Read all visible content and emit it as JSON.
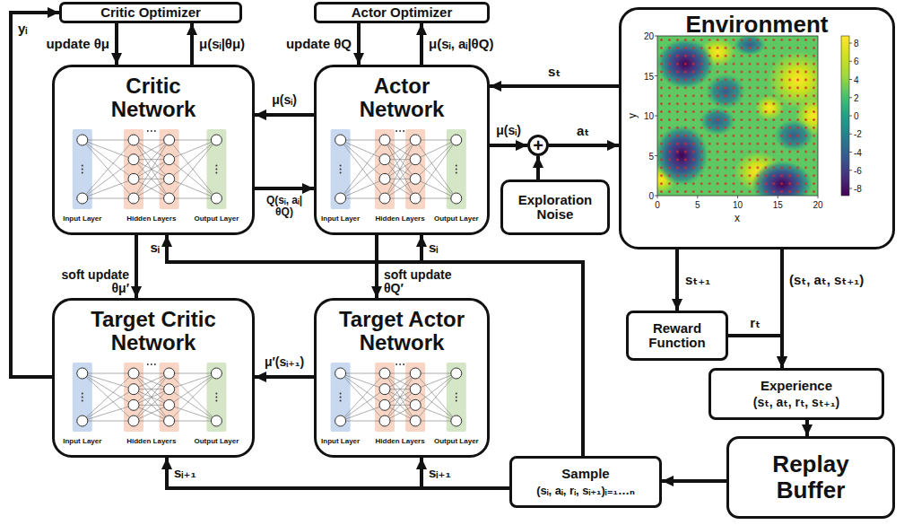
{
  "diagram": {
    "nodes": [
      {
        "text": [
          "Critic Optimizer"
        ]
      },
      {
        "text": [
          "Actor Optimizer"
        ]
      },
      {
        "text": [
          "Environment"
        ]
      },
      {
        "text": [
          "Critic Network"
        ]
      },
      {
        "text": [
          "Actor Network"
        ]
      },
      {
        "text": [
          "+"
        ]
      },
      {
        "text": [
          "Exploration Noise"
        ]
      },
      {
        "text": [
          "Target Critic Network"
        ]
      },
      {
        "text": [
          "Target Actor Network"
        ]
      },
      {
        "text": [
          "Reward Function"
        ]
      },
      {
        "text": [
          "Experience",
          "(sₜ, aₜ, rₜ, sₜ₊₁)"
        ]
      },
      {
        "text": [
          "Replay Buffer"
        ]
      },
      {
        "text": [
          "Sample",
          "(sᵢ, aᵢ, rᵢ, sᵢ₊₁)ᵢ₌₁…ₙ"
        ]
      }
    ],
    "edges": [
      {
        "from": 0,
        "to": 3,
        "label": "update θμ",
        "arrow": "to"
      },
      {
        "from": 3,
        "to": 0,
        "label": "μ(sᵢ|θμ)",
        "arrow": "to"
      },
      {
        "from": 1,
        "to": 4,
        "label": "update θQ",
        "arrow": "to"
      },
      {
        "from": 4,
        "to": 1,
        "label": "μ(sᵢ, aᵢ|θQ)",
        "arrow": "to"
      },
      {
        "from": 4,
        "to": 3,
        "label": "μ(sᵢ)",
        "arrow": "to"
      },
      {
        "from": 3,
        "to": 4,
        "label": "Q(sᵢ, aᵢ|θQ)",
        "arrow": "to"
      },
      {
        "from": 2,
        "to": 4,
        "label": "sₜ",
        "arrow": "to"
      },
      {
        "from": 4,
        "to": 5,
        "label": "μ(sᵢ)",
        "arrow": "to"
      },
      {
        "from": 6,
        "to": 5,
        "arrow": "to"
      },
      {
        "from": 5,
        "to": 2,
        "label": "aₜ",
        "arrow": "to"
      },
      {
        "from": 3,
        "to": 7,
        "label": "soft update θμ′",
        "arrow": "to"
      },
      {
        "from": 4,
        "to": 8,
        "label": "soft update θQ′",
        "arrow": "to"
      },
      {
        "from": 8,
        "to": 7,
        "label": "μ′(sᵢ₊₁)",
        "arrow": "to"
      },
      {
        "from": 7,
        "to": 0,
        "label": "yᵢ",
        "arrow": "to"
      },
      {
        "from": 2,
        "to": 9,
        "label": "sₜ₊₁",
        "arrow": "to"
      },
      {
        "from": 9,
        "to": 10,
        "label": "rₜ",
        "arrow": "to"
      },
      {
        "from": 2,
        "to": 10,
        "label": "(sₜ, aₜ, sₜ₊₁)",
        "arrow": "to"
      },
      {
        "from": 10,
        "to": 11,
        "arrow": "to"
      },
      {
        "from": 11,
        "to": 12,
        "arrow": "to"
      },
      {
        "from": 12,
        "to": 7,
        "label": "sᵢ₊₁",
        "arrow": "to"
      },
      {
        "from": 12,
        "to": 8,
        "label": "sᵢ₊₁",
        "arrow": "to"
      },
      {
        "from": 12,
        "to": 3,
        "label": "sᵢ",
        "arrow": "to"
      },
      {
        "from": 12,
        "to": 4,
        "label": "sᵢ",
        "arrow": "to"
      }
    ],
    "labels": [
      "Input Layer",
      "Hidden Layers",
      "Output Layer",
      "Input Layer",
      "Hidden Layers",
      "Output Layer",
      "Input Layer",
      "Hidden Layers",
      "Output Layer",
      "Input Layer",
      "Hidden Layers",
      "Output Layer",
      "20",
      "15",
      "10",
      "5",
      "0",
      "0",
      "5",
      "10",
      "15",
      "20",
      "x",
      "y",
      "8",
      "6",
      "4",
      "2",
      "0",
      "-2",
      "-4",
      "-6",
      "-8"
    ]
  }
}
